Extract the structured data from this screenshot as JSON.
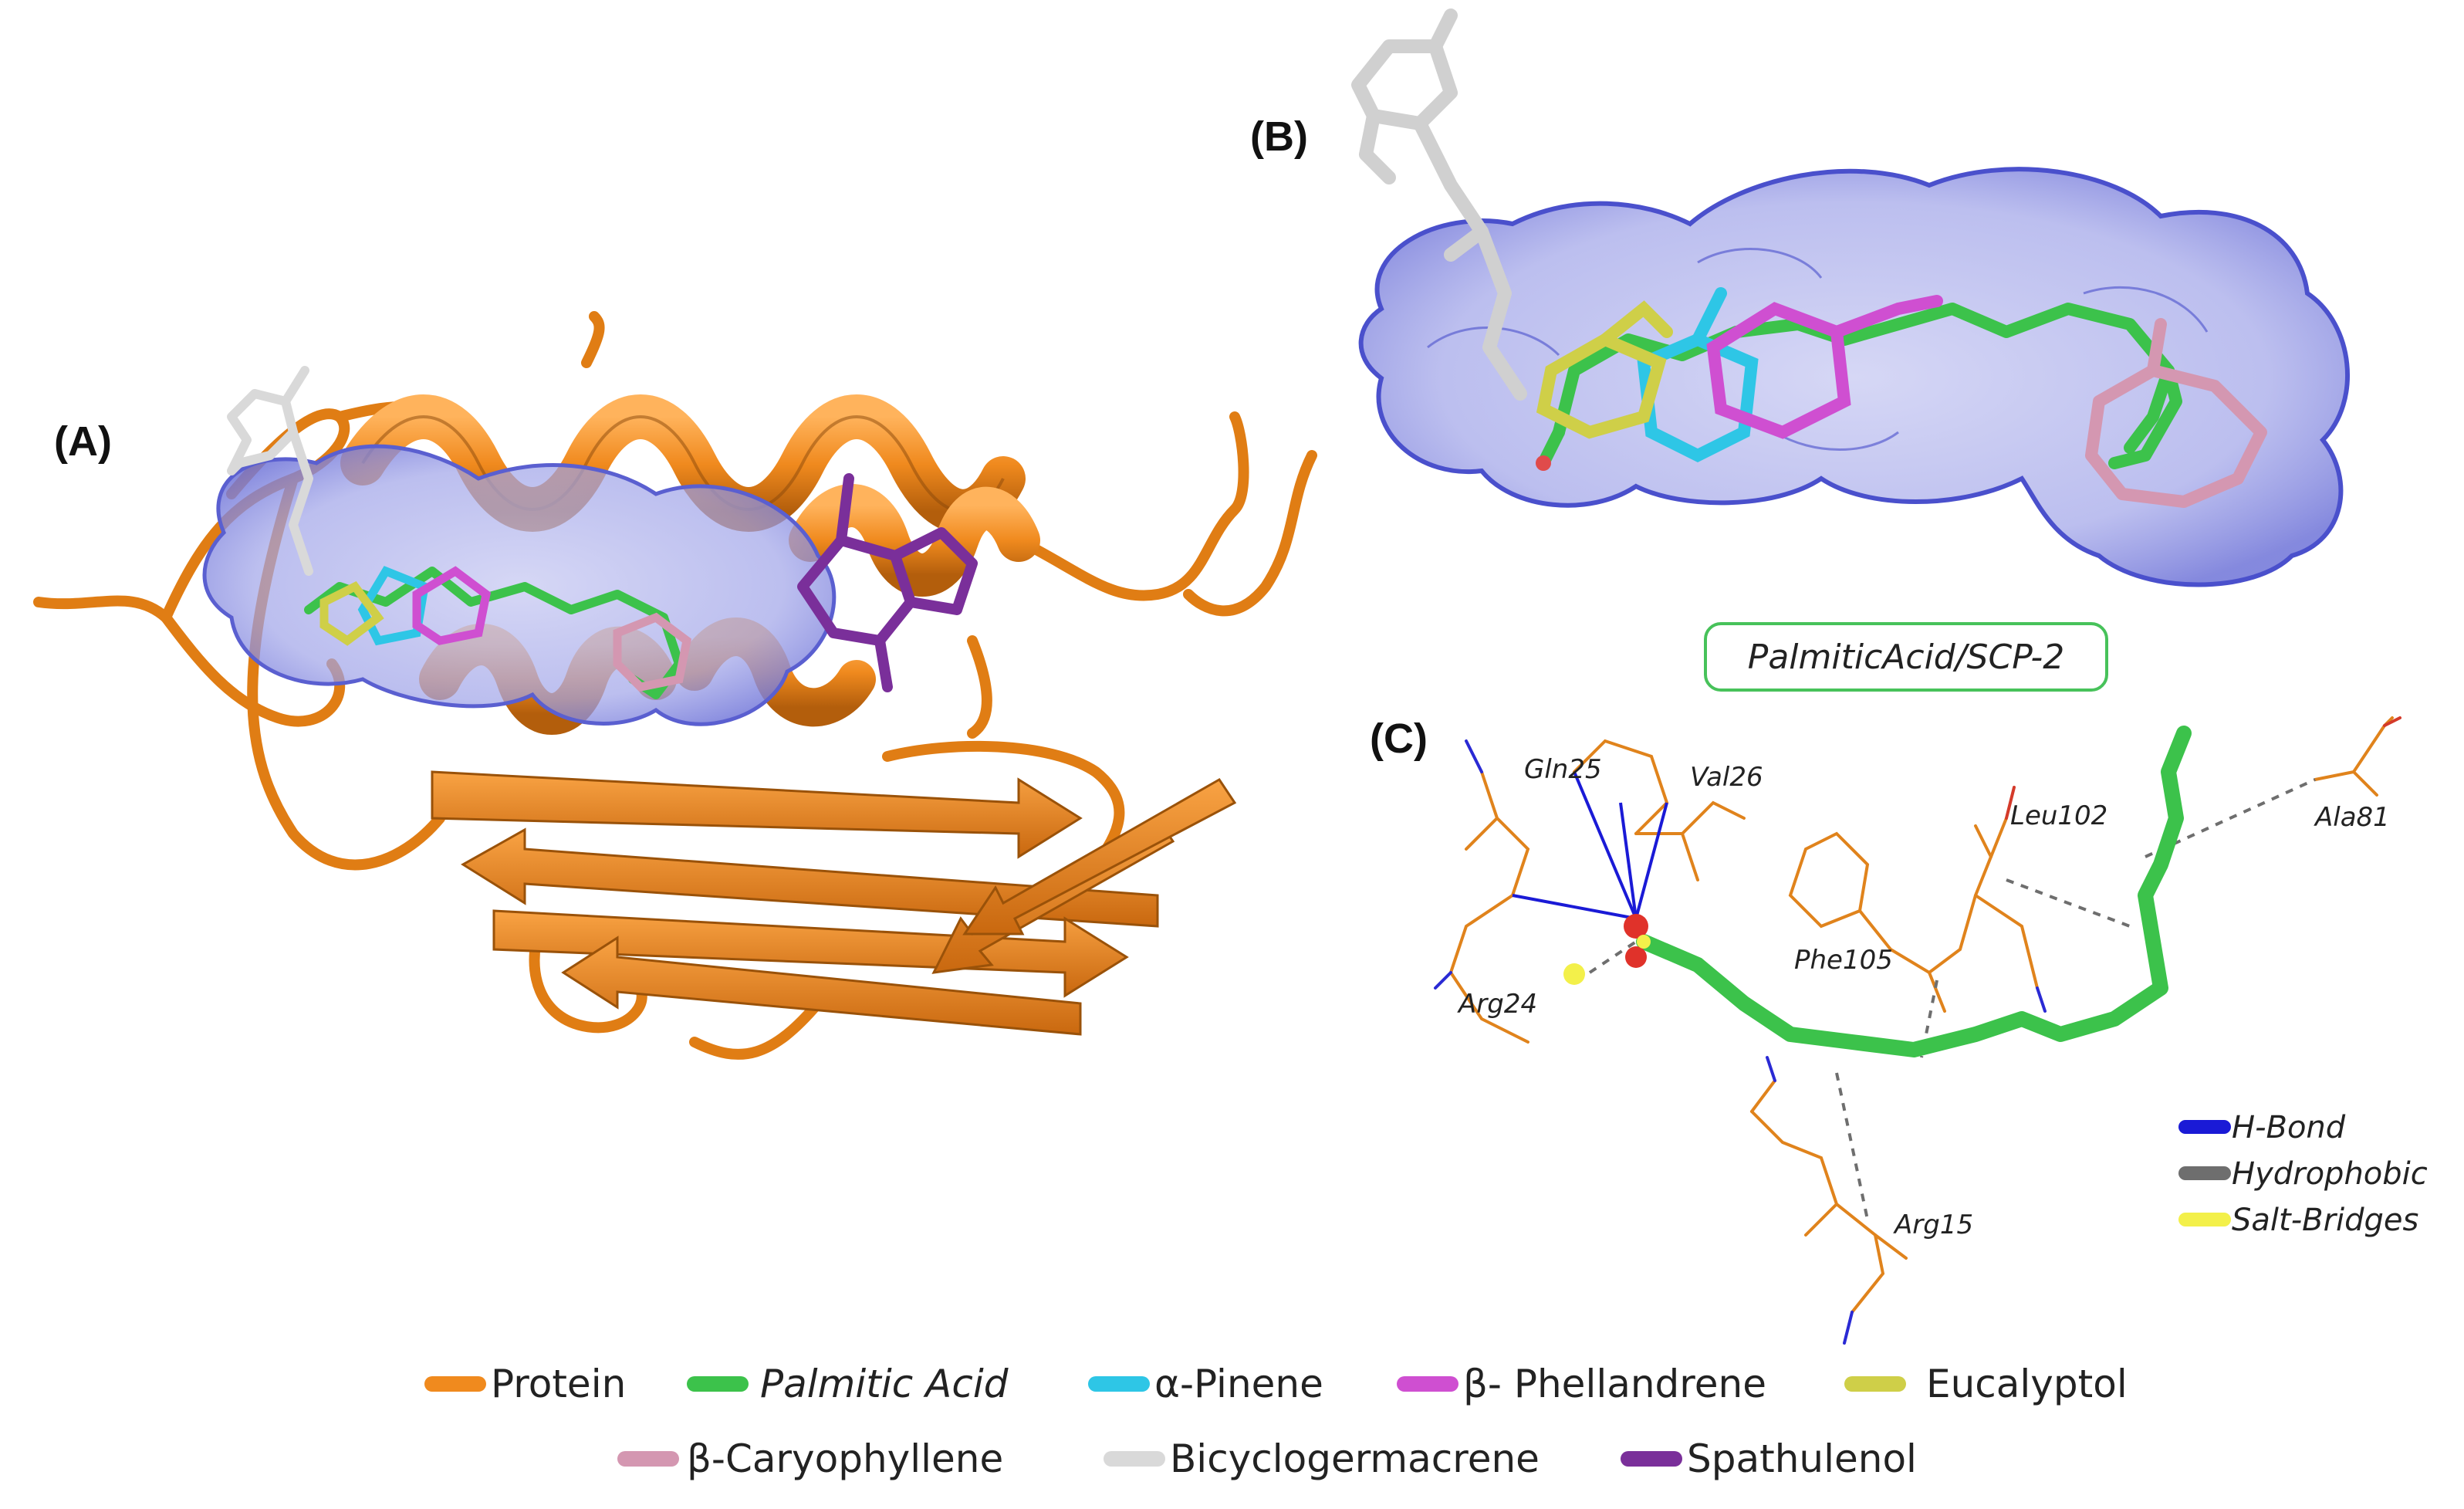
{
  "panels": {
    "a_label": "(A)",
    "b_label": "(B)",
    "c_label": "(C)"
  },
  "complex_label": "PalmiticAcid/SCP-2",
  "residues": [
    "Gln25",
    "Val26",
    "Leu102",
    "Ala81",
    "Phe105",
    "Arg24",
    "Arg15"
  ],
  "interaction_legend": [
    {
      "label": "H-Bond",
      "color": "#1a1ad6"
    },
    {
      "label": "Hydrophobic",
      "color": "#6e6e6e"
    },
    {
      "label": "Salt-Bridges",
      "color": "#f3f04a"
    }
  ],
  "ligand_legend": [
    {
      "label": "Protein",
      "color": "#f08a1e",
      "italic": false
    },
    {
      "label": "Palmitic Acid",
      "color": "#3cc24b",
      "italic": true
    },
    {
      "label": "α-Pinene",
      "color": "#2ec6e6",
      "italic": false
    },
    {
      "label": "β- Phellandrene",
      "color": "#cf4fd1",
      "italic": false
    },
    {
      "label": "Eucalyptol",
      "color": "#cfcf48",
      "italic": false
    },
    {
      "label": "β-Caryophyllene",
      "color": "#d497b1",
      "italic": false
    },
    {
      "label": "Bicyclogermacrene",
      "color": "#d9d9d9",
      "italic": false
    },
    {
      "label": "Spathulenol",
      "color": "#7a2f9a",
      "italic": false
    }
  ],
  "colors": {
    "protein": "#f08a1e",
    "surface": "#6f74d8",
    "palmitic": "#3cc24b",
    "pinene": "#2ec6e6",
    "phellandrene": "#cf4fd1",
    "eucalyptol": "#cfcf48",
    "caryophyllene": "#d497b1",
    "bicyclo": "#d9d9d9",
    "spathulenol": "#7a2f9a"
  }
}
